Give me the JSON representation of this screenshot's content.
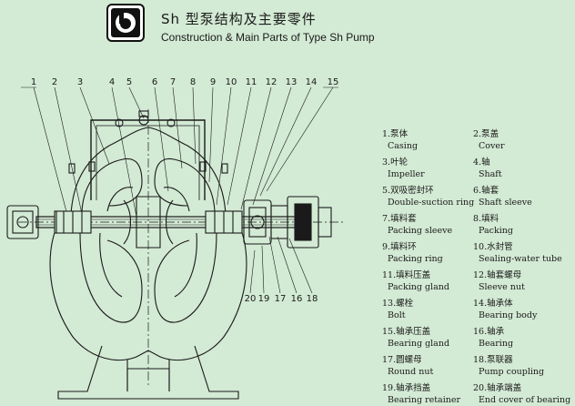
{
  "header": {
    "logo_letter": "b",
    "title_cn": "Sh 型泵结构及主要零件",
    "title_en": "Construction & Main Parts  of Type Sh Pump"
  },
  "callouts_top": [
    "1",
    "2",
    "3",
    "4",
    "5",
    "6",
    "7",
    "8",
    "9",
    "10",
    "11",
    "12",
    "13",
    "14",
    "15"
  ],
  "callouts_bottom": [
    "20",
    "19",
    "17",
    "16",
    "18"
  ],
  "parts": [
    {
      "cn": "1.泵体",
      "en": "Casing"
    },
    {
      "cn": "2.泵盖",
      "en": "Cover"
    },
    {
      "cn": "3.叶轮",
      "en": "Impeller"
    },
    {
      "cn": "4.轴",
      "en": "Shaft"
    },
    {
      "cn": "5.双吸密封环",
      "en": "Double-suction ring"
    },
    {
      "cn": "6.轴套",
      "en": "Shaft sleeve"
    },
    {
      "cn": "7.填料套",
      "en": "Packing sleeve"
    },
    {
      "cn": "8.填料",
      "en": "Packing"
    },
    {
      "cn": "9.填料环",
      "en": "Packing ring"
    },
    {
      "cn": "10.水封管",
      "en": "Sealing-water tube"
    },
    {
      "cn": "11.填料压盖",
      "en": "Packing gland"
    },
    {
      "cn": "12.轴套螺母",
      "en": "Sleeve nut"
    },
    {
      "cn": "13.螺栓",
      "en": "Bolt"
    },
    {
      "cn": "14.轴承体",
      "en": "Bearing body"
    },
    {
      "cn": "15.轴承压盖",
      "en": "Bearing gland"
    },
    {
      "cn": "16.轴承",
      "en": "Bearing"
    },
    {
      "cn": "17.圆螺母",
      "en": "Round nut"
    },
    {
      "cn": "18.泵联器",
      "en": "Pump coupling"
    },
    {
      "cn": "19.轴承挡盖",
      "en": "Bearing retainer"
    },
    {
      "cn": "20.轴承端盖",
      "en": "End cover of bearing"
    }
  ]
}
